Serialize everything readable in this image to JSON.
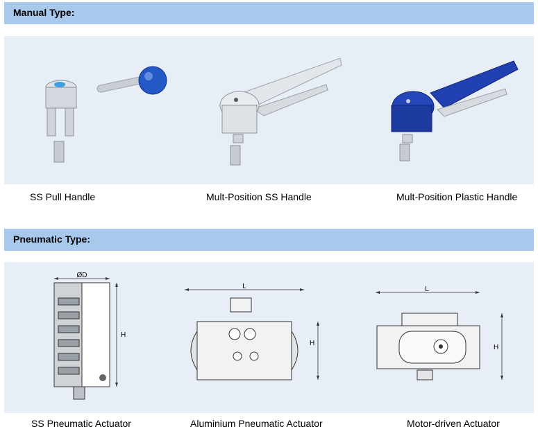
{
  "manual": {
    "header": "Manual Type:",
    "items": [
      {
        "label": "SS Pull Handle"
      },
      {
        "label": "Mult-Position SS Handle"
      },
      {
        "label": "Mult-Position Plastic Handle"
      }
    ]
  },
  "pneumatic": {
    "header": "Pneumatic Type:",
    "items": [
      {
        "label": "SS Pneumatic Actuator",
        "dim1": "ØD",
        "dim2": "H"
      },
      {
        "label": "Aluminium Pneumatic Actuator",
        "dim1": "L",
        "dim2": "H"
      },
      {
        "label": "Motor-driven Actuator",
        "dim1": "L",
        "dim2": "H"
      }
    ]
  },
  "colors": {
    "header_bg": "#a9c9ec",
    "panel_bg": "#e7eef5",
    "metal": "#d4d8de",
    "blue": "#1c3fa8"
  }
}
